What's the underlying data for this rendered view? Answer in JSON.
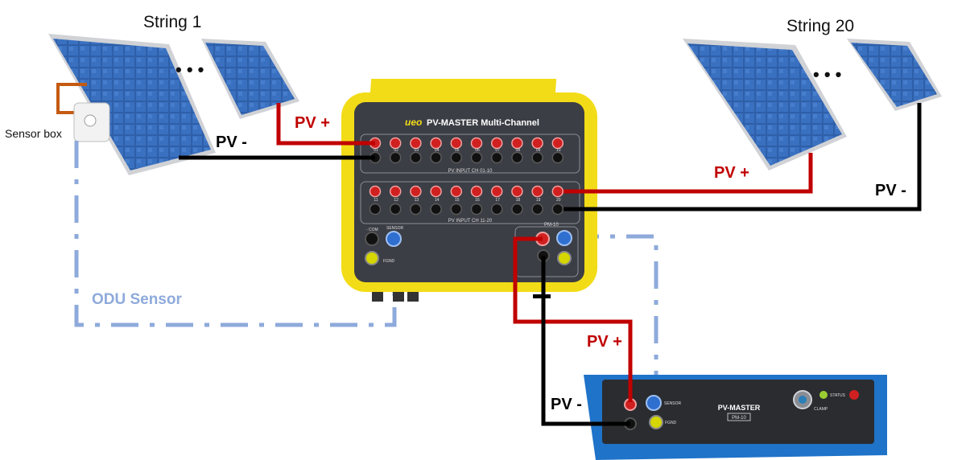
{
  "labels": {
    "string_first": "String 1",
    "string_last": "String 20",
    "sensor_box": "Sensor box",
    "odu_sensor": "ODU Sensor",
    "pv_plus": "PV +",
    "pv_minus": "PV -",
    "ellipsis": "• • •"
  },
  "multichannel": {
    "brand": "ueo",
    "title": "PV-MASTER Multi-Channel",
    "group1_label": "PV INPUT CH 01-10",
    "group2_label": "PV INPUT CH 11-20",
    "channels_top": [
      "01",
      "02",
      "03",
      "04",
      "05",
      "06",
      "07",
      "08",
      "09",
      "10"
    ],
    "channels_bottom": [
      "11",
      "12",
      "13",
      "14",
      "15",
      "16",
      "17",
      "18",
      "19",
      "20"
    ],
    "com_label": "- COM",
    "sensor_label": "SENSOR",
    "fgnd_label": "FGND",
    "pm_label": "PM-10"
  },
  "pm10": {
    "title": "PV-MASTER",
    "model": "PM-10",
    "sensor_label": "SENSOR",
    "fgnd_label": "FGND",
    "clamp_label": "CLAMP",
    "status_label": "STATUS"
  },
  "colors": {
    "pv_plus_wire": "#c00000",
    "pv_minus_wire": "#000000",
    "sensor_wire": "#8eaadb",
    "case_yellow": "#f2dc17",
    "case_blue": "#1f73c8",
    "panel_gray": "#3c3e45"
  }
}
